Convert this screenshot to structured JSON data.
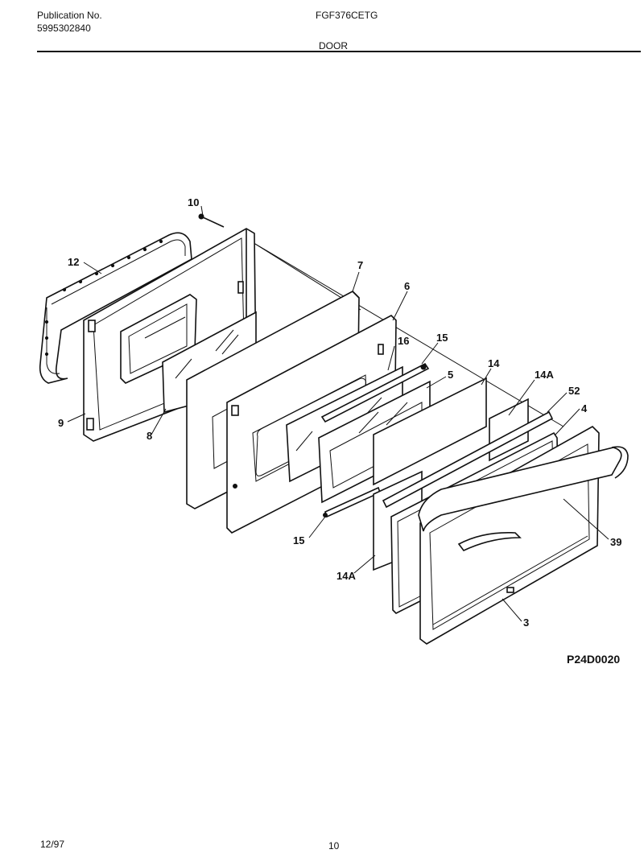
{
  "header": {
    "publication_label": "Publication No.",
    "publication_number": "5995302840",
    "model": "FGF376CETG",
    "section": "DOOR"
  },
  "callouts": [
    {
      "id": "c10",
      "text": "10"
    },
    {
      "id": "c12",
      "text": "12"
    },
    {
      "id": "c7",
      "text": "7"
    },
    {
      "id": "c6",
      "text": "6"
    },
    {
      "id": "c16",
      "text": "16"
    },
    {
      "id": "c15a",
      "text": "15"
    },
    {
      "id": "c5",
      "text": "5"
    },
    {
      "id": "c14",
      "text": "14"
    },
    {
      "id": "c14a1",
      "text": "14A"
    },
    {
      "id": "c52",
      "text": "52"
    },
    {
      "id": "c4",
      "text": "4"
    },
    {
      "id": "c9",
      "text": "9"
    },
    {
      "id": "c8",
      "text": "8"
    },
    {
      "id": "c15b",
      "text": "15"
    },
    {
      "id": "c39",
      "text": "39"
    },
    {
      "id": "c14a2",
      "text": "14A"
    },
    {
      "id": "c3",
      "text": "3"
    }
  ],
  "figure_code": "P24D0020",
  "footer": {
    "date": "12/97",
    "page": "10"
  }
}
